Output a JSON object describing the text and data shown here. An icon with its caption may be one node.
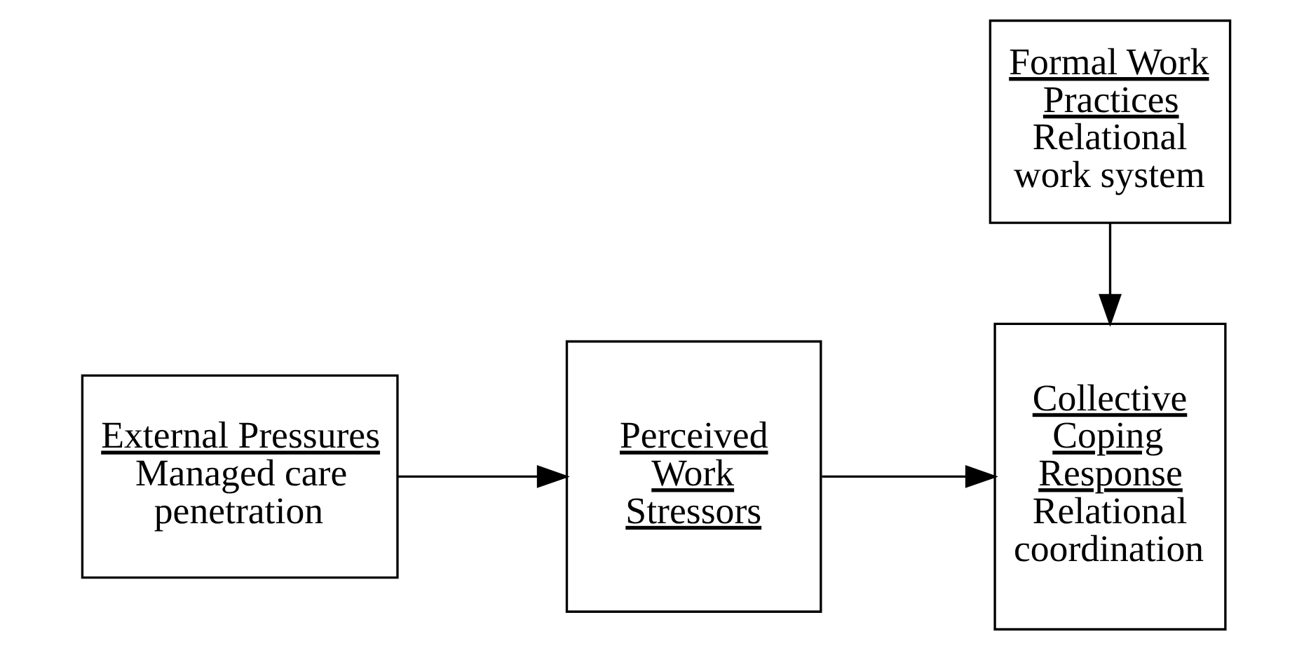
{
  "diagram": {
    "nodes": [
      {
        "text": [
          "Formal Work Practices",
          "Relational work system"
        ]
      },
      {
        "text": [
          "External Pressures",
          "Managed care penetration"
        ]
      },
      {
        "text": [
          "Perceived Work Stressors"
        ]
      },
      {
        "text": [
          "Collective Coping Response",
          "Relational coordination"
        ]
      }
    ],
    "edges": [
      {
        "from": 1,
        "to": 2,
        "arrow": "to"
      },
      {
        "from": 2,
        "to": 3,
        "arrow": "to"
      },
      {
        "from": 0,
        "to": 3,
        "arrow": "to"
      }
    ]
  }
}
